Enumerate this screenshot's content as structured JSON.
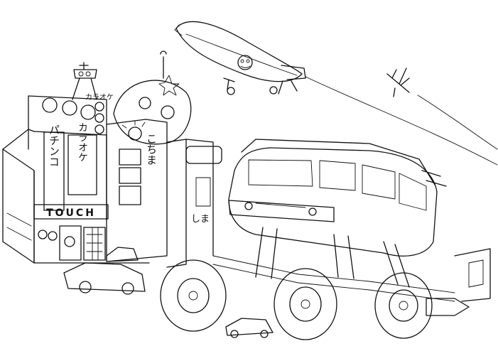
{
  "drawing": {
    "signs": {
      "karaoke_vertical": "カラオケ",
      "karaoke_small": "カラオケ",
      "pachinko": "パチンコ",
      "touch": "TOUCH",
      "kochima": "こちま",
      "shima": "しま"
    }
  }
}
